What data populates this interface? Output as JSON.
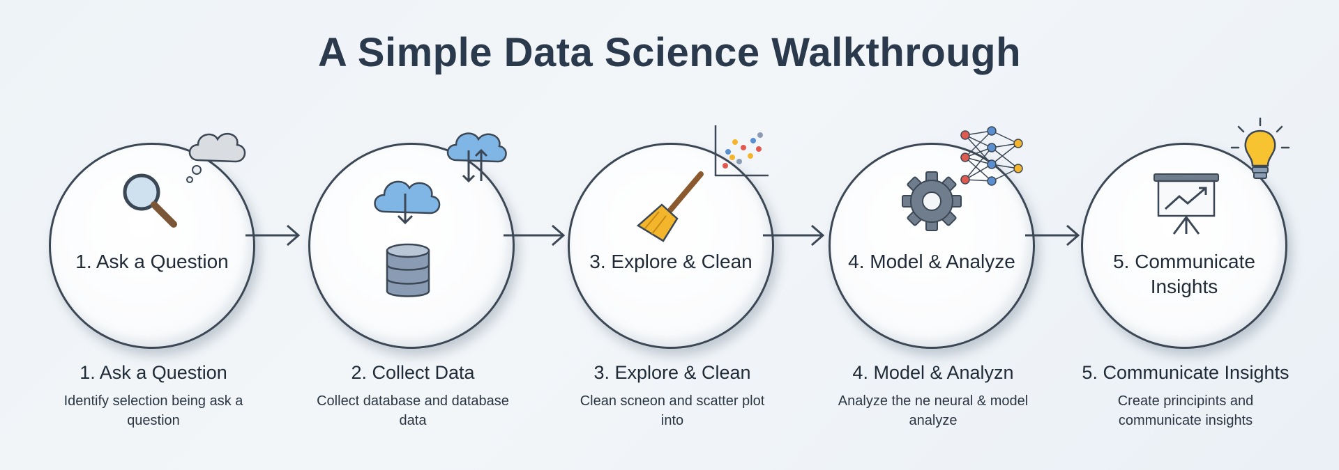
{
  "title": "A Simple Data Science Walkthrough",
  "steps": [
    {
      "circle_label": "1. Ask a Question",
      "heading": "1. Ask a Question",
      "description": "Identify selection being ask a question",
      "icons": [
        "magnifier-icon",
        "thought-cloud-icon"
      ]
    },
    {
      "circle_label": "",
      "heading": "2. Collect Data",
      "description": "Collect database and database data",
      "icons": [
        "cloud-download-icon",
        "database-icon",
        "cloud-sync-icon"
      ]
    },
    {
      "circle_label": "3. Explore & Clean",
      "heading": "3. Explore & Clean",
      "description": "Clean scneon and scatter plot into",
      "icons": [
        "broom-icon",
        "scatter-plot-icon"
      ]
    },
    {
      "circle_label": "4. Model & Analyze",
      "heading": "4. Model & Analyzn",
      "description": "Analyze the ne neural & model analyze",
      "icons": [
        "gear-icon",
        "neural-network-icon"
      ]
    },
    {
      "circle_label": "5. Communicate Insights",
      "heading": "5. Communicate Insights",
      "description": "Create principints and communicate insights",
      "icons": [
        "presentation-board-icon",
        "lightbulb-icon"
      ]
    }
  ],
  "colors": {
    "cloud_blue": "#7fb6e6",
    "database_gray": "#8a9cb3",
    "broom_yellow": "#f2b52c",
    "bulb_yellow": "#f7c331",
    "outline": "#3b4754"
  }
}
